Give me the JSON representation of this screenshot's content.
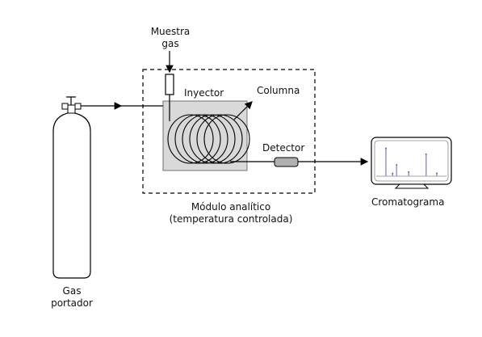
{
  "labels": {
    "sample_line1": "Muestra",
    "sample_line2": "gas",
    "injector": "Inyector",
    "column": "Columna",
    "detector": "Detector",
    "module_line1": "Módulo analítico",
    "module_line2": "(temperatura controlada)",
    "chromatogram": "Cromatograma",
    "carrier_line1": "Gas",
    "carrier_line2": "portador"
  },
  "colors": {
    "line": "#000000",
    "module_fill": "#d9d9d9",
    "detector_fill": "#b0b0b0",
    "chrom_peaks": "#9a9ad8"
  },
  "column_coils": 6,
  "chromatogram_peaks": [
    {
      "rt": 0.12,
      "h": 0.78
    },
    {
      "rt": 0.22,
      "h": 0.08
    },
    {
      "rt": 0.28,
      "h": 0.32
    },
    {
      "rt": 0.46,
      "h": 0.12
    },
    {
      "rt": 0.72,
      "h": 0.62
    },
    {
      "rt": 0.88,
      "h": 0.08
    }
  ]
}
